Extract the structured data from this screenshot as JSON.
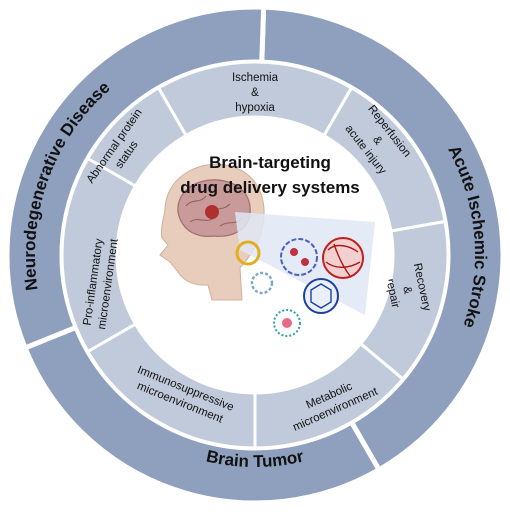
{
  "center": {
    "title_line1": "Brain-targeting",
    "title_line2": "drug delivery systems"
  },
  "outer_ring": [
    {
      "id": "acute-ischemic-stroke",
      "label": "Acute Ischemic Stroke"
    },
    {
      "id": "brain-tumor",
      "label": "Brain Tumor"
    },
    {
      "id": "neurodegenerative-disease",
      "label": "Neurodegenerative Disease"
    }
  ],
  "inner_ring": [
    {
      "id": "ischemia-hypoxia",
      "lines": [
        "Ischemia",
        "&",
        "hypoxia"
      ]
    },
    {
      "id": "reperfusion-acute-injury",
      "lines": [
        "Reperfusion",
        "&",
        "acute injury"
      ]
    },
    {
      "id": "recovery-repair",
      "lines": [
        "Recovery",
        "&",
        "repair"
      ]
    },
    {
      "id": "metabolic-microenvironment",
      "lines": [
        "Metabolic",
        "microenvironment"
      ]
    },
    {
      "id": "immunosuppressive-microenvironment",
      "lines": [
        "Immunosuppressive",
        "microenvironment"
      ]
    },
    {
      "id": "pro-inflammatory-microenvironment",
      "lines": [
        "Pro-inflammatory",
        "microenvironment"
      ]
    },
    {
      "id": "abnormal-protein-status",
      "lines": [
        "Abnormal protein",
        "status"
      ]
    }
  ],
  "colors": {
    "outer_ring": "#8ea0bd",
    "inner_ring": "#c0cadb",
    "separator": "#ffffff",
    "center_bg": "#ffffff",
    "text": "#111111"
  }
}
